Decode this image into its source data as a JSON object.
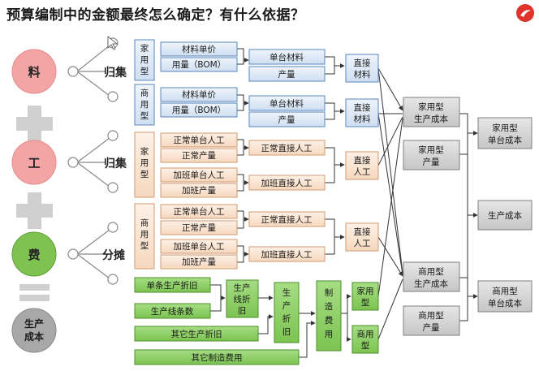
{
  "title": "预算编制中的金额最终怎么确定？有什么依据？",
  "colors": {
    "blue_box": "#dce8f6",
    "blue_border": "#5a87bf",
    "peach_box": "#fbe5d3",
    "peach_border": "#d29a72",
    "green_box": "#8fd16a",
    "green_border": "#4c8f2a",
    "gray_box": "#d4d4d4",
    "gray_border": "#7f7f7f",
    "circle_pink": "#f3a5a5",
    "circle_green": "#7ec24f",
    "circle_gray": "#a8a8a8",
    "logo": "#e0332b"
  },
  "icons": [
    "company-logo-icon",
    "cursor-arrow-icon",
    "plus-icon",
    "equals-icon"
  ],
  "left": {
    "liao": "料",
    "gong": "工",
    "fei": "费",
    "cost": [
      "生产",
      "成本"
    ],
    "guiji1": "归集",
    "guiji2": "归集",
    "fentan": "分摊"
  },
  "material_home": {
    "type": [
      "家",
      "用",
      "型"
    ],
    "unit_price": "材料单价",
    "usage": "用量（BOM）",
    "single": "单台材料",
    "output": "产量",
    "direct": [
      "直接",
      "材料"
    ]
  },
  "material_comm": {
    "type": [
      "商",
      "用",
      "型"
    ],
    "unit_price": "材料单价",
    "usage": "用量（BOM）",
    "single": "单台材料",
    "output": "产量",
    "direct": [
      "直接",
      "材料"
    ]
  },
  "labor_home": {
    "type": [
      "家",
      "用",
      "型"
    ],
    "normal_unit": "正常单台人工",
    "normal_output": "正常产量",
    "ot_unit": "加班单台人工",
    "ot_output": "加班产量",
    "normal_direct": "正常直接人工",
    "ot_direct": "加班直接人工",
    "direct": [
      "直接",
      "人工"
    ]
  },
  "labor_comm": {
    "type": [
      "商",
      "用",
      "型"
    ],
    "normal_unit": "正常单台人工",
    "normal_output": "正常产量",
    "ot_unit": "加班单台人工",
    "ot_output": "加班产量",
    "normal_direct": "正常直接人工",
    "ot_direct": "加班直接人工",
    "direct": [
      "直接",
      "人工"
    ]
  },
  "overhead": {
    "line_dep": "单条生产折旧",
    "line_count": "生产线条数",
    "line_dep_total": [
      "生产",
      "线折",
      "旧"
    ],
    "prod_dep": [
      "生",
      "产",
      "折",
      "旧"
    ],
    "other_dep": "其它生产折旧",
    "other_mfg": "其它制造费用",
    "mfg_cost": [
      "制",
      "造",
      "费",
      "用"
    ],
    "home": [
      "家用",
      "型"
    ],
    "comm": [
      "商用",
      "型"
    ]
  },
  "results": {
    "home_cost": [
      "家用型",
      "生产成本"
    ],
    "home_output": [
      "家用型",
      "产量"
    ],
    "comm_cost": [
      "商用型",
      "生产成本"
    ],
    "comm_output": [
      "商用型",
      "产量"
    ],
    "home_unit": [
      "家用型",
      "单台成本"
    ],
    "prod_cost": "生产成本",
    "comm_unit": [
      "商用型",
      "单台成本"
    ]
  }
}
